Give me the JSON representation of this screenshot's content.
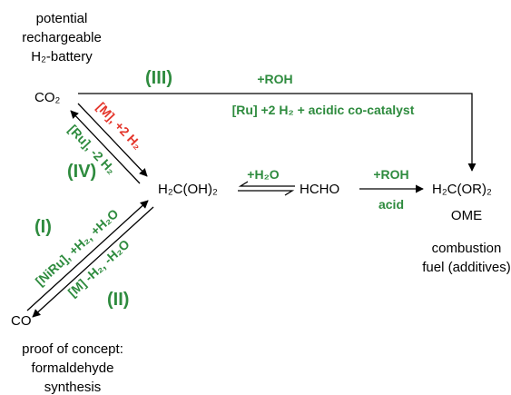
{
  "colors": {
    "green": "#2e8b3e",
    "red": "#e4352b",
    "black": "#000000"
  },
  "notes": {
    "battery": [
      "potential",
      "rechargeable",
      "H₂-battery"
    ],
    "proof": [
      "proof of concept:",
      "formaldehyde",
      "synthesis"
    ],
    "fuel": [
      "combustion",
      "fuel (additives)"
    ]
  },
  "species": {
    "co2": "CO₂",
    "co": "CO",
    "methanediol": "H₂C(OH)₂",
    "formaldehyde": "HCHO",
    "acetal": "H₂C(OR)₂",
    "ome": "OME"
  },
  "routes": {
    "route3": {
      "numeral": "(III)",
      "reagent_top": "+ROH",
      "reagent_bottom": "[Ru] +2 H₂ + acidic co-catalyst"
    },
    "route4": {
      "numeral": "(IV)",
      "forward": "[M], +2 H₂",
      "reverse": "[Ru], -2 H₂"
    },
    "route1": {
      "numeral": "(I)",
      "label": "[NiRu], +H₂, +H₂O"
    },
    "route2": {
      "numeral": "(II)",
      "label": "[M] -H₂, -H₂O"
    },
    "hydration": {
      "label": "+H₂O"
    },
    "acetalization": {
      "top": "+ROH",
      "bottom": "acid"
    }
  }
}
